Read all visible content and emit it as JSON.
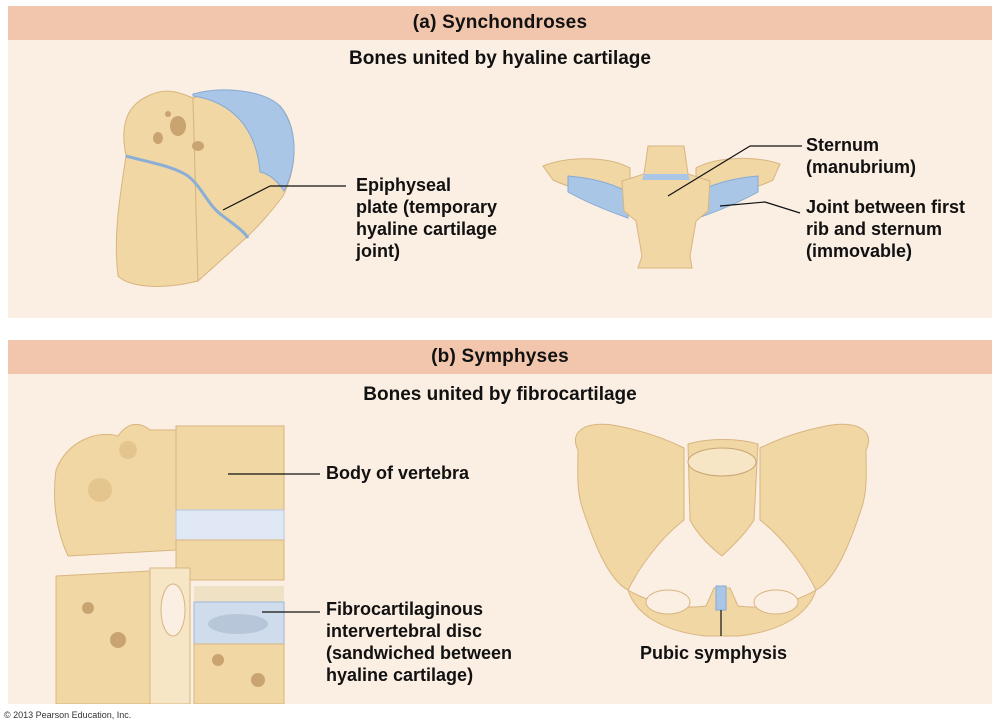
{
  "panel_a": {
    "header": "(a)  Synchondroses",
    "subtitle": "Bones united by hyaline cartilage",
    "labels": {
      "epiphyseal": [
        "Epiphyseal",
        "plate (temporary",
        "hyaline cartilage",
        "joint)"
      ],
      "sternum": [
        "Sternum",
        "(manubrium)"
      ],
      "first_rib_joint": [
        "Joint between first",
        "rib and sternum",
        "(immovable)"
      ]
    }
  },
  "panel_b": {
    "header": "(b)  Symphyses",
    "subtitle": "Bones united by fibrocartilage",
    "labels": {
      "vertebra_body": "Body of vertebra",
      "disc": [
        "Fibrocartilaginous",
        "intervertebral disc",
        "(sandwiched between",
        "hyaline cartilage)"
      ],
      "pubic": "Pubic symphysis"
    }
  },
  "copyright": "© 2013 Pearson Education, Inc.",
  "colors": {
    "panel_bg": "#fbeee2",
    "header_bg": "#f1c6ac",
    "bone": "#f1d7a4",
    "cartilage": "#a9c6e6"
  }
}
